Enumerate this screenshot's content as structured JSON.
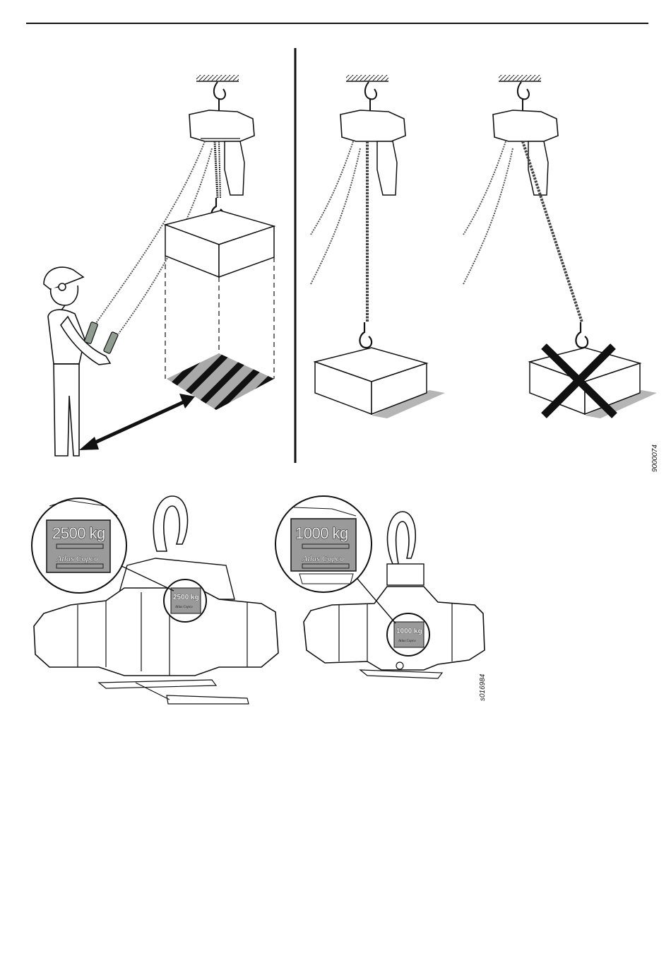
{
  "figure_codes": {
    "top": "9000074",
    "bottom": "s016984"
  },
  "labels": {
    "left": {
      "capacity": "2500 kg",
      "brand": "Atlas Copco"
    },
    "right": {
      "capacity": "1000 kg",
      "brand": "Atlas Copco"
    }
  },
  "colors": {
    "line": "#111111",
    "plate_fill": "#9a9a9a",
    "shadow": "#b5b5b5",
    "stripe_gray": "#a9a9a9",
    "cross": "#111111"
  }
}
